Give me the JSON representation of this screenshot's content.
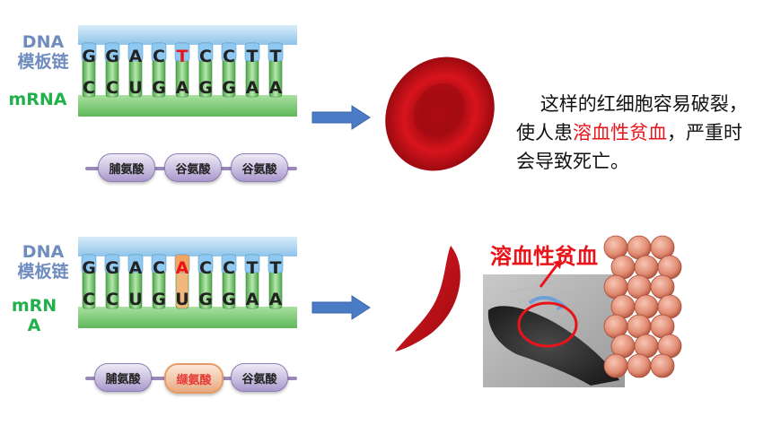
{
  "top": {
    "dna_label_1": "DNA",
    "dna_label_2": "模板链",
    "mrna_label": "mRNA",
    "dna_bases": [
      "G",
      "G",
      "A",
      "C",
      "T",
      "C",
      "C",
      "T",
      "T"
    ],
    "mrna_bases": [
      "C",
      "C",
      "U",
      "G",
      "A",
      "G",
      "G",
      "A",
      "A"
    ],
    "highlight_index": 4,
    "amino_acids": [
      "脯氨酸",
      "谷氨酸",
      "谷氨酸"
    ],
    "description_before": "这样的红细胞容易破裂，使人患",
    "description_highlight": "溶血性贫血",
    "description_after": "，严重时会导致死亡。"
  },
  "bottom": {
    "dna_label_1": "DNA",
    "dna_label_2": "模板链",
    "mrna_label_1": "mRN",
    "mrna_label_2": "A",
    "dna_bases": [
      "G",
      "G",
      "A",
      "C",
      "A",
      "C",
      "C",
      "T",
      "T"
    ],
    "mrna_bases": [
      "C",
      "C",
      "U",
      "G",
      "U",
      "G",
      "G",
      "A",
      "A"
    ],
    "highlight_index": 4,
    "amino_acids": [
      "脯氨酸",
      "缬氨酸",
      "谷氨酸"
    ],
    "mutated_index": 1,
    "disease_title": "溶血性贫血"
  },
  "colors": {
    "dna_label": "#6f8cbf",
    "mrna_label": "#21b04b",
    "highlight_red": "#e8141a",
    "arrow_blue": "#4a7bc4"
  },
  "icons": [
    "right-arrow-icon",
    "red-blood-cell-icon",
    "sickle-cell-icon",
    "hemoglobin-icon"
  ]
}
